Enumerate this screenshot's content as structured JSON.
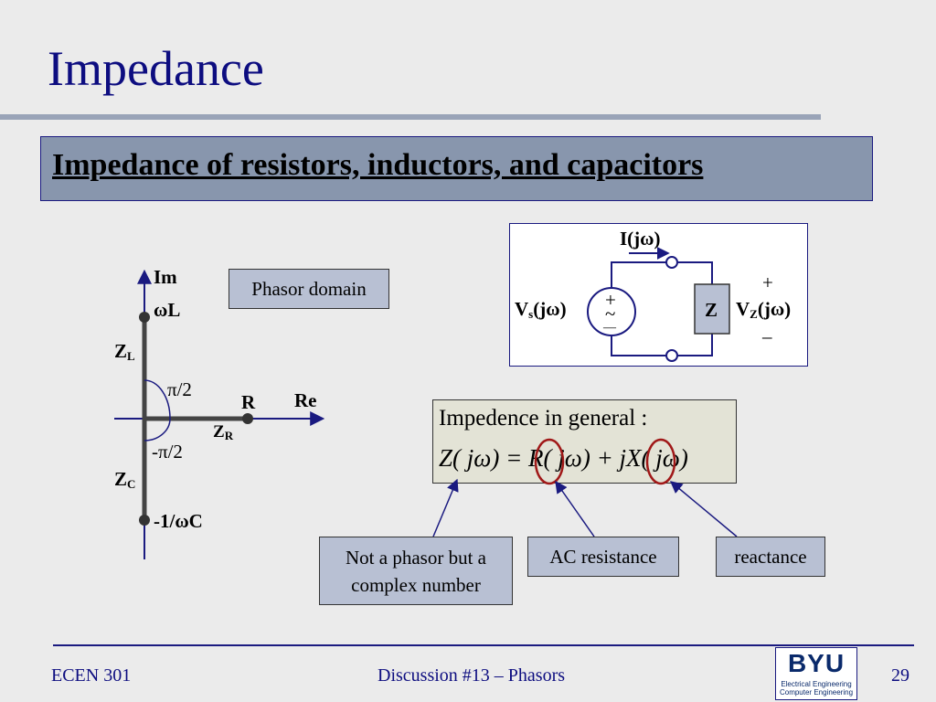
{
  "slide": {
    "title": "Impedance",
    "subtitle": "Impedance of resistors, inductors, and capacitors"
  },
  "phasor_diagram": {
    "im_label": "Im",
    "re_label": "Re",
    "omega_l": "ωL",
    "zl_main": "Z",
    "zl_sub": "L",
    "pi_half": "π/2",
    "r_label": "R",
    "zr_main": "Z",
    "zr_sub": "R",
    "neg_pi_half": "-π/2",
    "zc_main": "Z",
    "zc_sub": "C",
    "neg_inv_omega_c": "-1/ωC",
    "domain_label": "Phasor domain"
  },
  "circuit": {
    "current_label": "I(jω)",
    "source_main": "V",
    "source_sub": "s",
    "source_arg": "(jω)",
    "source_plus": "+",
    "source_tilde": "~",
    "source_minus": "—",
    "z_label": "Z",
    "vz_plus": "+",
    "vz_main": "V",
    "vz_sub": "Z",
    "vz_arg": "(jω)",
    "vz_minus": "–"
  },
  "formula": {
    "line1": "Impedence  in general :",
    "line2": "Z( jω) = R( jω) +  jX( jω)"
  },
  "callouts": {
    "phasor_note_line1": "Not a phasor but a",
    "phasor_note_line2": "complex number",
    "ac_resistance": "AC resistance",
    "reactance": "reactance"
  },
  "footer": {
    "course": "ECEN 301",
    "center": "Discussion #13 – Phasors",
    "page": "29",
    "logo_main": "BYU",
    "logo_sub1": "Electrical Engineering",
    "logo_sub2": "Computer Engineering"
  },
  "colors": {
    "title": "#0d0d80",
    "subtitle_box": "#8896ad",
    "callout_box": "#b8c0d3",
    "formula_box": "#e3e3d6",
    "highlight_circle": "#a01818"
  }
}
